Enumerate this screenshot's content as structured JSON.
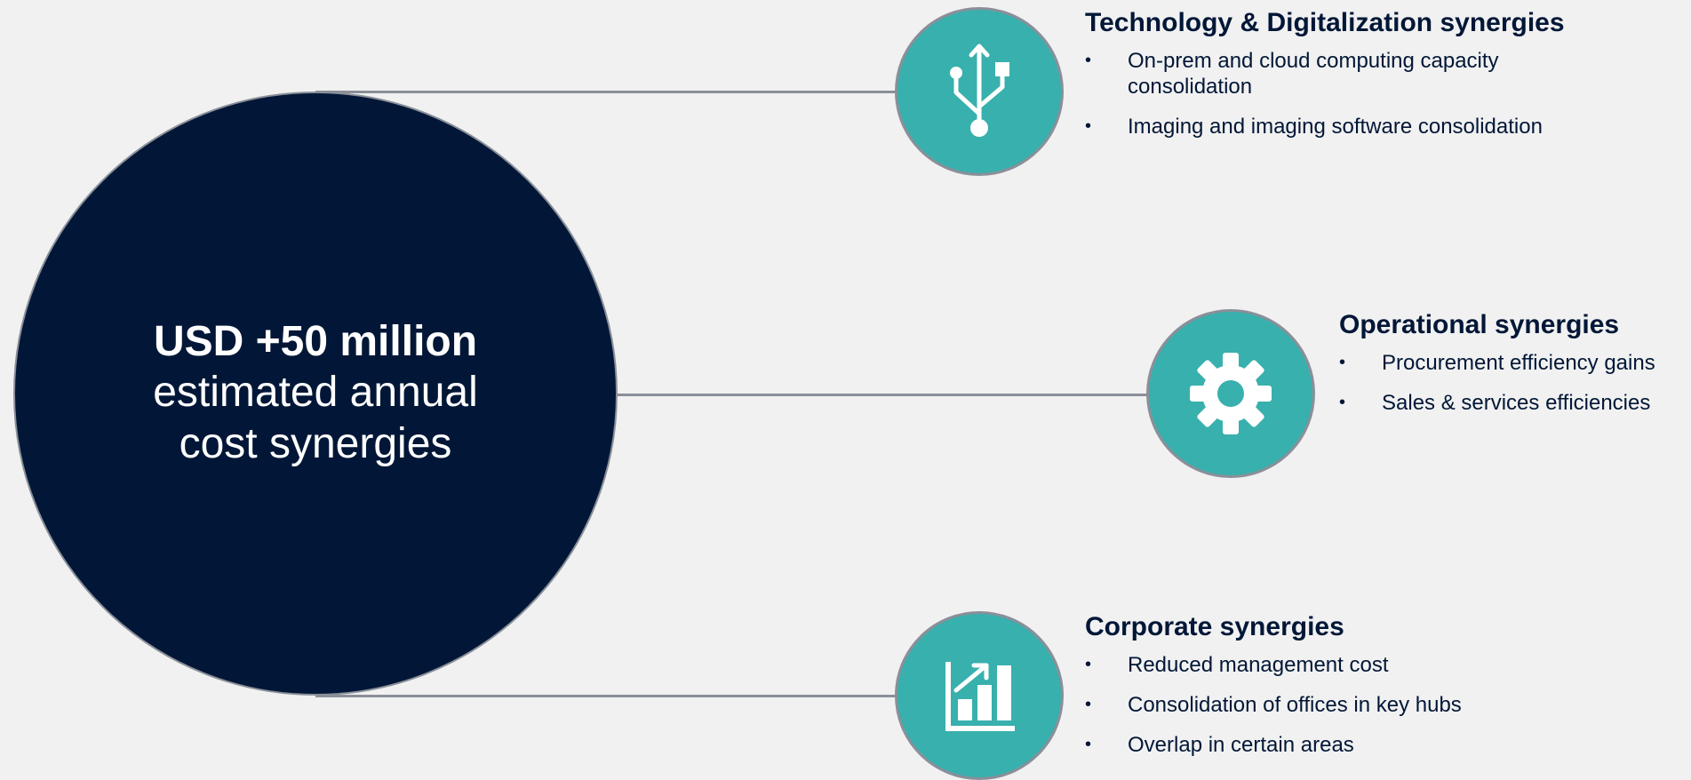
{
  "summary": {
    "headline": "USD +50 million",
    "line1": "estimated annual",
    "line2": "cost synergies"
  },
  "groups": [
    {
      "icon": "usb-icon",
      "title": "Technology & Digitalization synergies",
      "bullets": [
        "On-prem and cloud computing capacity consolidation",
        "Imaging and imaging software consolidation"
      ]
    },
    {
      "icon": "gear-icon",
      "title": "Operational synergies",
      "bullets": [
        "Procurement efficiency gains",
        "Sales & services efficiencies"
      ]
    },
    {
      "icon": "growth-chart-icon",
      "title": "Corporate synergies",
      "bullets": [
        "Reduced management cost",
        "Consolidation of offices in key hubs",
        "Overlap in certain areas"
      ]
    }
  ],
  "bullet_char": "•",
  "colors": {
    "background": "#f1f1f1",
    "navy": "#021737",
    "teal": "#38b0ad",
    "connector": "#8a8f99"
  }
}
